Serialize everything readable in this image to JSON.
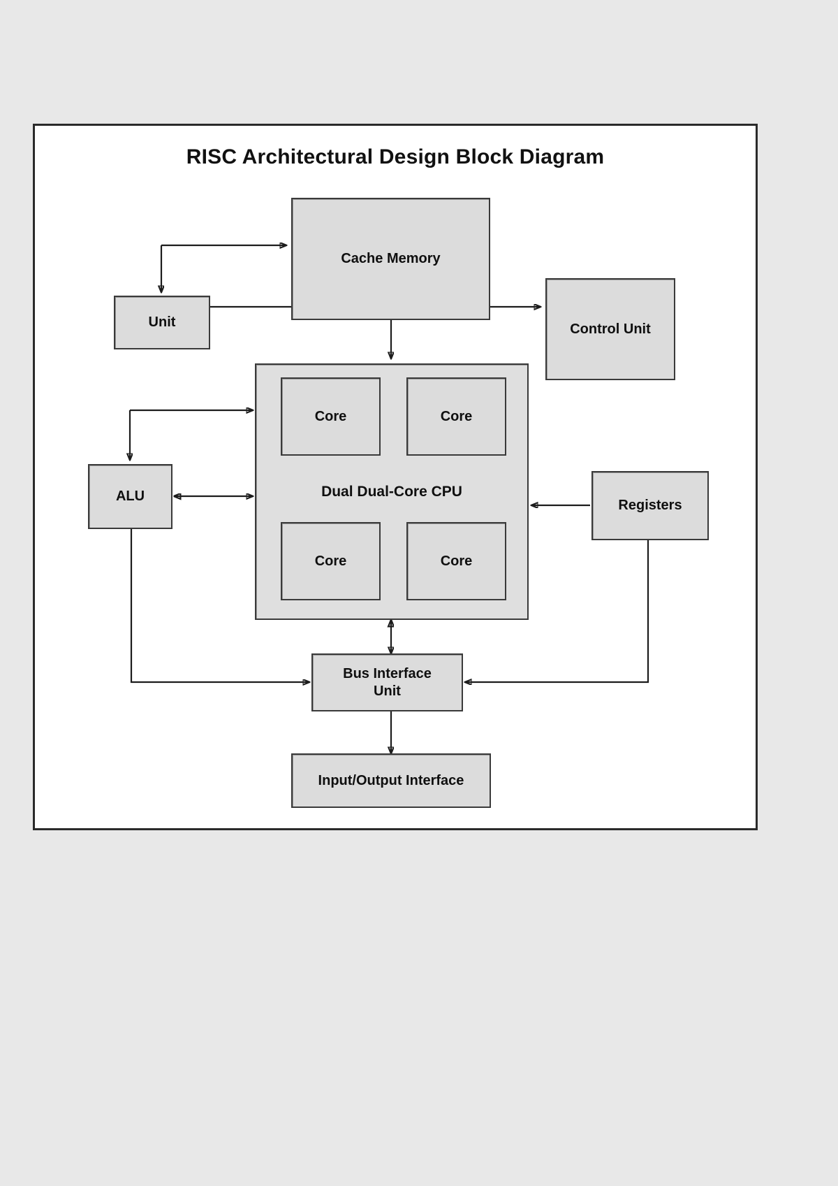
{
  "diagram": {
    "title": "RISC Architectural Design Block Diagram",
    "type": "block-diagram",
    "background_color": "#e8e8e8",
    "page_color": "#ffffff",
    "node_fill": "#dcdcdc",
    "node_stroke": "#3a3a3a",
    "wire_color": "#1c1c1c"
  },
  "nodes": {
    "cache_memory": {
      "label": "Cache Memory"
    },
    "unit": {
      "label": "Unit"
    },
    "control_unit": {
      "label": "Control Unit"
    },
    "cpu": {
      "label": "Dual Dual-Core CPU"
    },
    "core_top_left": {
      "label": "Core"
    },
    "core_top_right": {
      "label": "Core"
    },
    "core_bottom_left": {
      "label": "Core"
    },
    "core_bottom_right": {
      "label": "Core"
    },
    "alu": {
      "label": "ALU"
    },
    "registers": {
      "label": "Registers"
    },
    "bus_interface_unit": {
      "label": "Bus Interface\nUnit"
    },
    "bus_interface_unit_line1": "Bus Interface",
    "bus_interface_unit_line2": "Unit",
    "io_interface": {
      "label": "Input/Output Interface"
    }
  },
  "connections": [
    {
      "from": "unit",
      "to": "cache_memory",
      "arrow": "single"
    },
    {
      "from": "cache_memory",
      "to": "unit",
      "arrow": "single"
    },
    {
      "from": "unit",
      "to": "control_unit",
      "arrow": "single"
    },
    {
      "from": "cache_memory",
      "to": "cpu",
      "arrow": "single"
    },
    {
      "from": "cpu",
      "to": "alu",
      "arrow": "single"
    },
    {
      "from": "alu",
      "to": "cpu",
      "arrow": "double"
    },
    {
      "from": "core_top_left",
      "to": "core_top_right",
      "arrow": "single"
    },
    {
      "from": "core_top_left",
      "to": "core_bottom_left",
      "arrow": "single"
    },
    {
      "from": "core_top_right",
      "to": "core_bottom_right",
      "arrow": "single"
    },
    {
      "from": "core_bottom_left",
      "to": "core_bottom_right",
      "arrow": "single"
    },
    {
      "from": "registers",
      "to": "cpu",
      "arrow": "single"
    },
    {
      "from": "registers",
      "to": "bus_interface_unit",
      "arrow": "single"
    },
    {
      "from": "cpu",
      "to": "bus_interface_unit",
      "arrow": "double"
    },
    {
      "from": "alu",
      "to": "bus_interface_unit",
      "arrow": "single"
    },
    {
      "from": "bus_interface_unit",
      "to": "io_interface",
      "arrow": "single"
    }
  ]
}
